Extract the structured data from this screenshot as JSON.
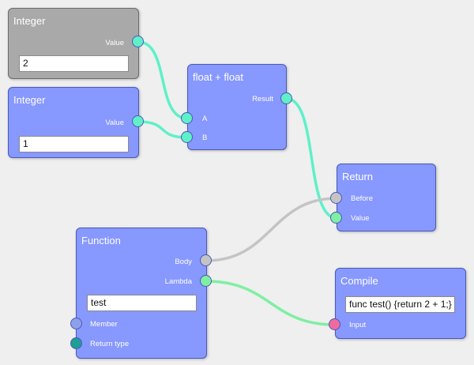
{
  "colors": {
    "canvas": "#efefef",
    "node_blue": "#8798ff",
    "node_gray": "#a9a9a9",
    "port_number": "#5ff0c8",
    "port_flow": "#c4c4c4",
    "port_lambda": "#7fefa2",
    "port_string": "#f06aa2",
    "port_member": "#8ea0e8",
    "port_type": "#1f9e93"
  },
  "nodes": {
    "integer1": {
      "title": "Integer",
      "output_label": "Value",
      "value": "2"
    },
    "integer2": {
      "title": "Integer",
      "output_label": "Value",
      "value": "1"
    },
    "float_add": {
      "title": "float + float",
      "output_label": "Result",
      "input_a": "A",
      "input_b": "B"
    },
    "return": {
      "title": "Return",
      "input_before": "Before",
      "input_value": "Value"
    },
    "function": {
      "title": "Function",
      "output_body": "Body",
      "output_lambda": "Lambda",
      "name_value": "test",
      "input_member": "Member",
      "input_return_type": "Return type"
    },
    "compile": {
      "title": "Compile",
      "code_value": "func test() {return 2 + 1;}",
      "input_label": "Input"
    }
  },
  "connections": [
    {
      "from": "integer1.value",
      "to": "float_add.a",
      "color_key": "port_number"
    },
    {
      "from": "integer2.value",
      "to": "float_add.b",
      "color_key": "port_number"
    },
    {
      "from": "float_add.result",
      "to": "return.value",
      "color_key": "port_number"
    },
    {
      "from": "function.body",
      "to": "return.before",
      "color_key": "port_flow"
    },
    {
      "from": "function.lambda",
      "to": "compile.input",
      "color_key": "port_lambda"
    }
  ]
}
